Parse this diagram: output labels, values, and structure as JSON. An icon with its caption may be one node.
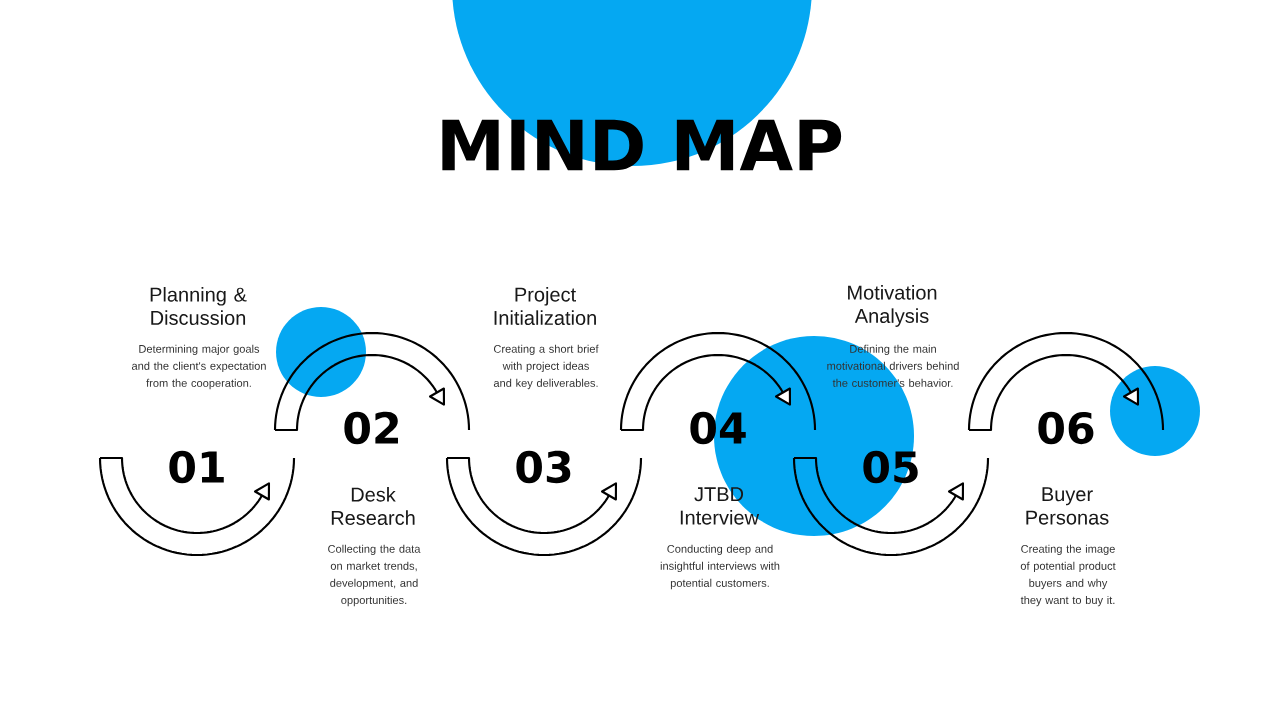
{
  "diagram": {
    "title": "MIND MAP",
    "nodes": [
      {
        "text": [
          "Planning & Discussion",
          "Determining major goals and the client's expectation from the cooperation.",
          "01"
        ]
      },
      {
        "text": [
          "02",
          "Desk Research",
          "Collecting the data on market trends, development, and opportunities."
        ]
      },
      {
        "text": [
          "Project Initialization",
          "Creating a short brief with project ideas and key deliverables.",
          "03"
        ]
      },
      {
        "text": [
          "04",
          "JTBD Interview",
          "Conducting deep and insightful interviews with potential customers."
        ]
      },
      {
        "text": [
          "Motivation Analysis",
          "Defining the main motivational drivers behind the customer's behavior.",
          "05"
        ]
      },
      {
        "text": [
          "06",
          "Buyer Personas",
          "Creating the image of potential product buyers and why they want to buy it."
        ]
      }
    ]
  }
}
